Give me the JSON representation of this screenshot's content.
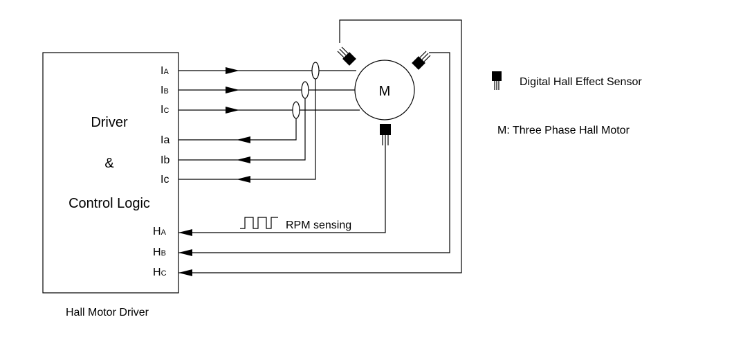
{
  "block": {
    "line1": "Driver",
    "line2": "&",
    "line3": "Control Logic",
    "caption": "Hall Motor Driver"
  },
  "ports": {
    "out": [
      {
        "main": "I",
        "sub": "A"
      },
      {
        "main": "I",
        "sub": "B"
      },
      {
        "main": "I",
        "sub": "C"
      }
    ],
    "sense": [
      {
        "main": "I",
        "sub": "a"
      },
      {
        "main": "I",
        "sub": "b"
      },
      {
        "main": "I",
        "sub": "c"
      }
    ],
    "hall": [
      {
        "main": "H",
        "sub": "A"
      },
      {
        "main": "H",
        "sub": "B"
      },
      {
        "main": "H",
        "sub": "C"
      }
    ]
  },
  "motor": {
    "label": "M"
  },
  "rpm": {
    "label": "RPM sensing"
  },
  "legend": {
    "sensor": "Digital Hall Effect Sensor",
    "motor": "M: Three Phase Hall Motor"
  }
}
